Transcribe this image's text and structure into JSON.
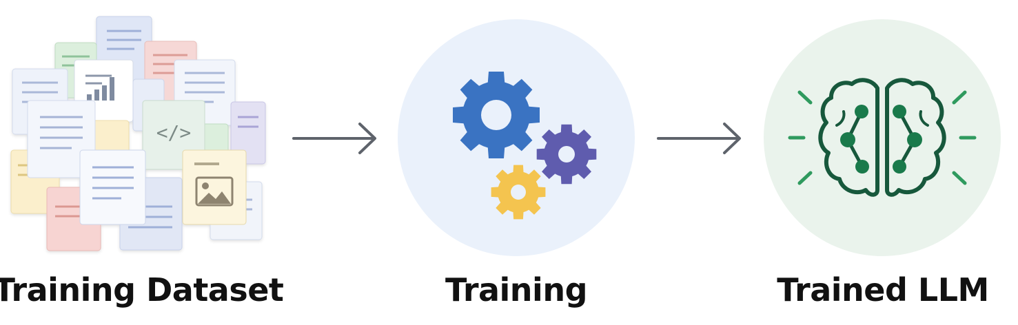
{
  "stages": [
    {
      "label": "Training Dataset"
    },
    {
      "label": "Training"
    },
    {
      "label": "Trained LLM"
    }
  ],
  "icons": {
    "dataset": "document-stack-icon",
    "training": "gears-icon",
    "model": "brain-circuit-icon"
  },
  "colors": {
    "gear_blue": "#3a73c2",
    "gear_purple": "#5f5cae",
    "gear_yellow": "#f4c44f",
    "training_circle": "#eaf1fb",
    "model_circle": "#eaf3ec",
    "brain_stroke": "#17583c",
    "brain_node": "#1a7a4b",
    "ray": "#2f9a5e",
    "arrow": "#5e636b"
  }
}
